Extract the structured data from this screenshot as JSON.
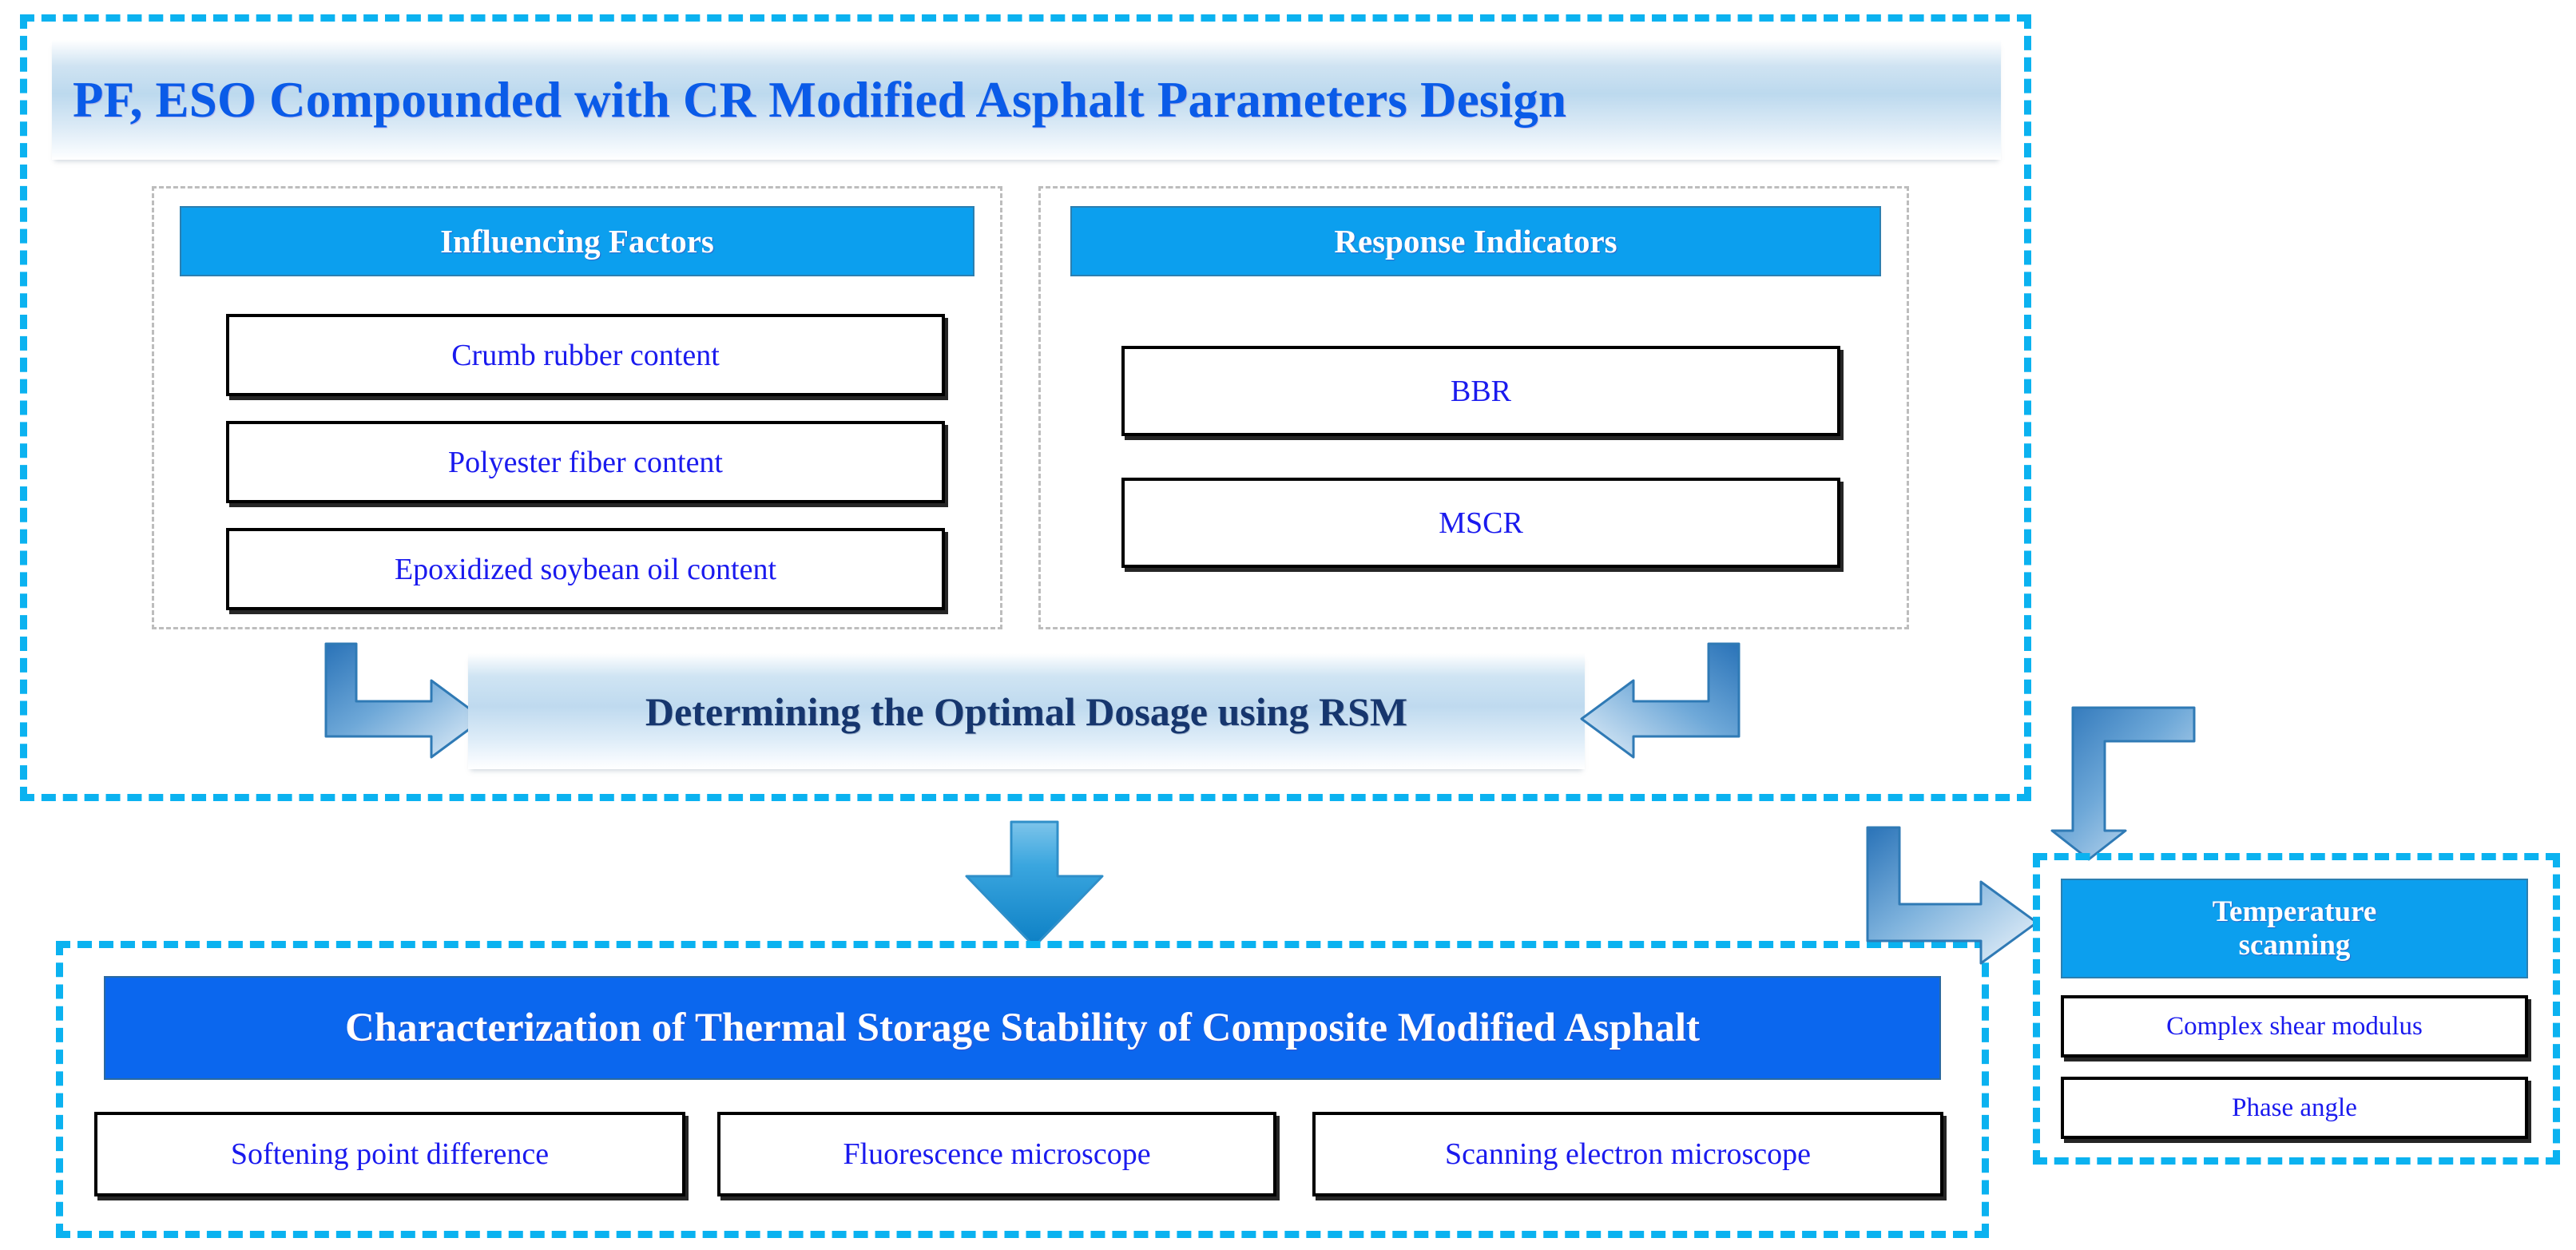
{
  "colors": {
    "dashed_border": "#0BB2F0",
    "header_blue": "#0C9FEE",
    "banner_blue": "#0B67EE",
    "title_text": "#0A5BE8",
    "item_text": "#1A1AEE",
    "rsm_text": "#16366E",
    "dotted_group": "#BDBDBD"
  },
  "top_container": {
    "title": "PF, ESO Compounded with CR Modified Asphalt Parameters Design",
    "factors_group": {
      "header": "Influencing  Factors",
      "items": [
        "Crumb rubber content",
        "Polyester fiber content",
        "Epoxidized soybean oil content"
      ]
    },
    "response_group": {
      "header": "Response Indicators",
      "items": [
        "BBR",
        "MSCR"
      ]
    },
    "rsm_bar": "Determining the Optimal Dosage using RSM"
  },
  "bottom_container": {
    "banner": "Characterization of Thermal Storage Stability of Composite Modified Asphalt",
    "items": [
      "Softening point difference",
      "Fluorescence microscope",
      "Scanning electron microscope"
    ]
  },
  "temperature_panel": {
    "header_line1": "Temperature",
    "header_line2": "scanning",
    "items": [
      "Complex shear modulus",
      "Phase angle"
    ]
  },
  "arrows": {
    "left_elbow": "elbow-arrow-right",
    "right_elbow": "elbow-arrow-left",
    "down_main": "arrow-down",
    "up_elbow": "elbow-arrow-up-left",
    "down_right_elbow": "elbow-arrow-down-right"
  }
}
